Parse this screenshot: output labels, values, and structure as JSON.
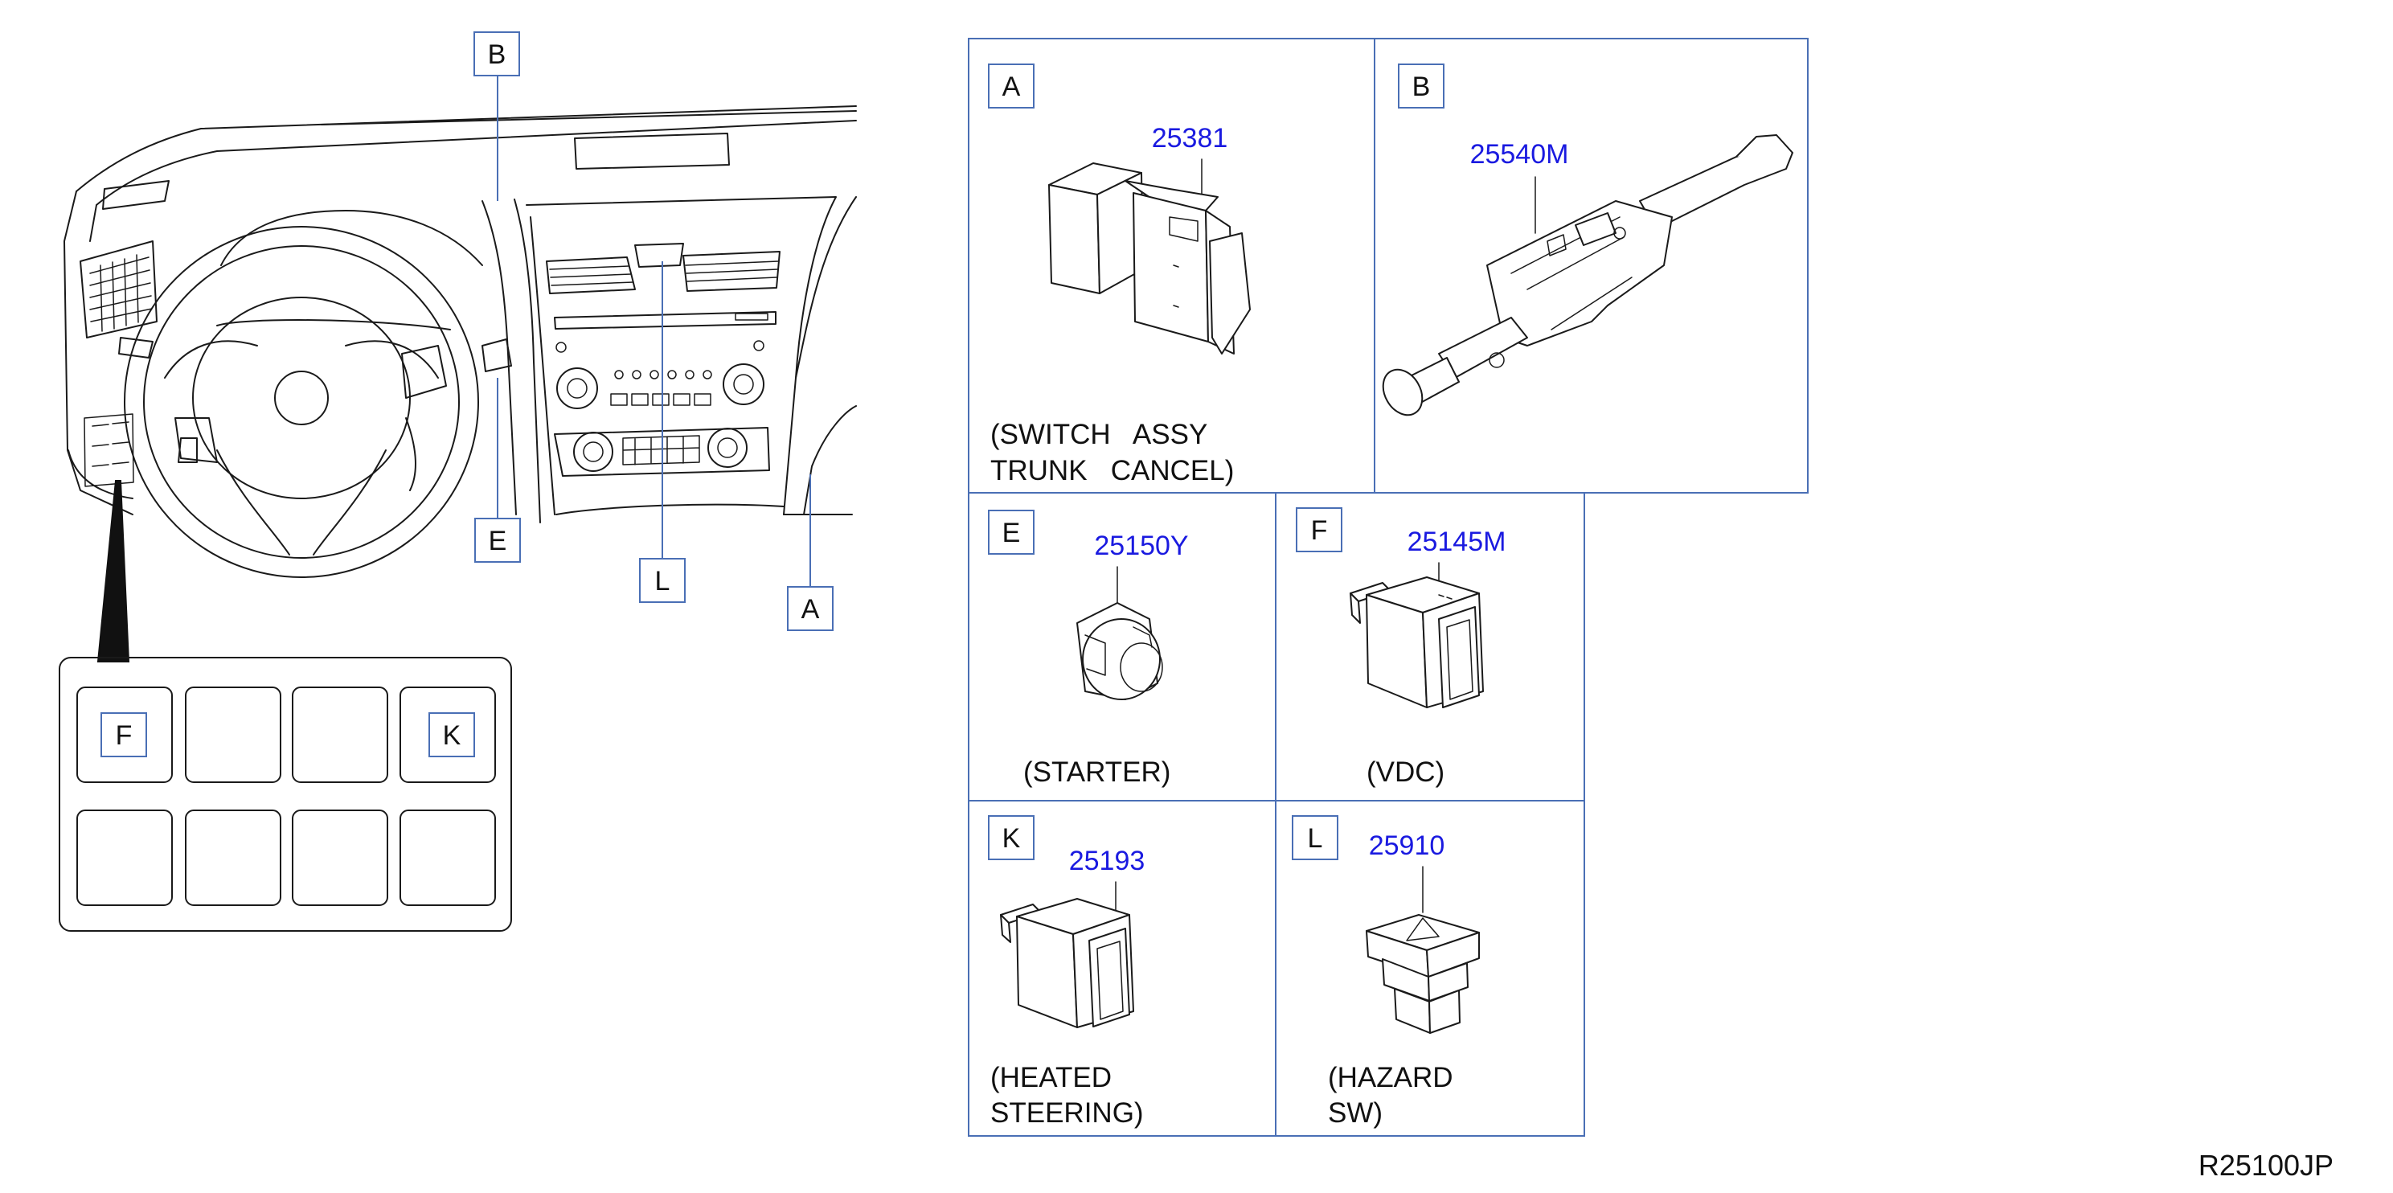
{
  "callouts": {
    "dash_B": "B",
    "dash_E": "E",
    "dash_L": "L",
    "dash_A": "A",
    "panel_F": "F",
    "panel_K": "K"
  },
  "panels": [
    {
      "letter": "A",
      "part_number": "25381",
      "caption": [
        "(SWITCH   ASSY",
        "TRUNK   CANCEL)"
      ]
    },
    {
      "letter": "B",
      "part_number": "25540M",
      "caption": []
    },
    {
      "letter": "E",
      "part_number": "25150Y",
      "caption": [
        "(STARTER)"
      ]
    },
    {
      "letter": "F",
      "part_number": "25145M",
      "caption": [
        "(VDC)"
      ]
    },
    {
      "letter": "K",
      "part_number": "25193",
      "caption": [
        "(HEATED",
        "STEERING)"
      ]
    },
    {
      "letter": "L",
      "part_number": "25910",
      "caption": [
        "(HAZARD",
        "SW)"
      ]
    }
  ],
  "reference_code": "R25100JP",
  "colors": {
    "part_number_text": "#1a1ae0",
    "frame": "#4a6fb5",
    "line_art": "#1a1a1a"
  }
}
